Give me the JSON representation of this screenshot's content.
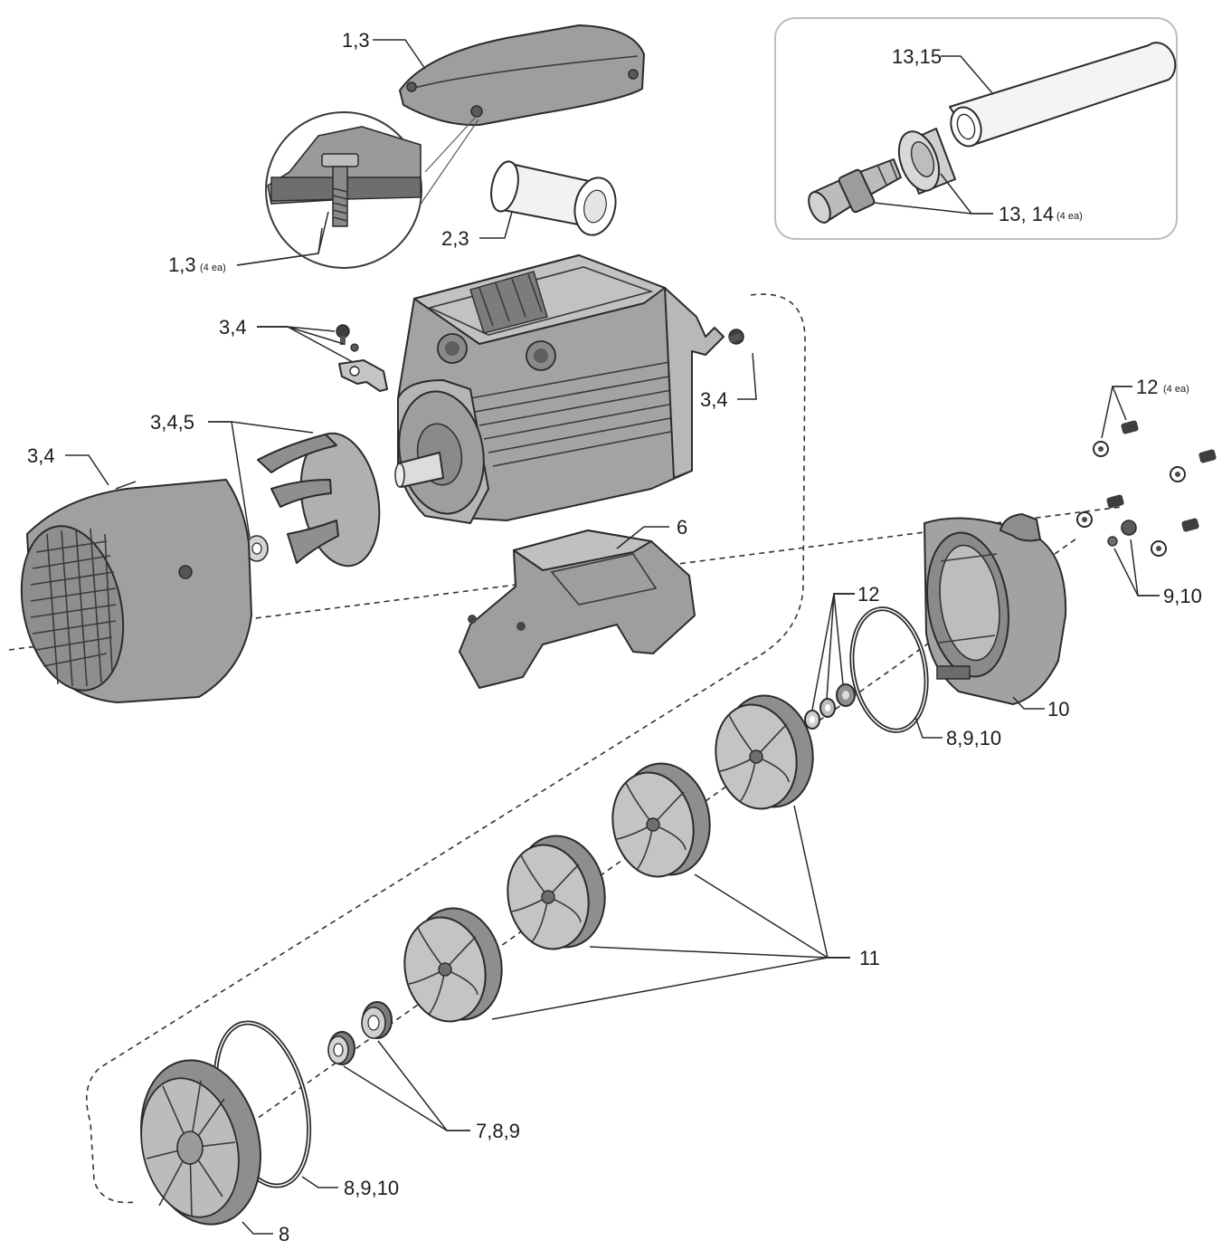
{
  "colors": {
    "part_fill": "#a3a3a3",
    "part_dark": "#6e6e6e",
    "part_light": "#c9c9c9",
    "outline": "#2b2b2b",
    "inset_border": "#bdbdbd",
    "background": "#ffffff"
  },
  "callouts": {
    "c1_3_top": "1,3",
    "c1_3_screws": "1,3",
    "c1_3_screws_qty": "(4 ea)",
    "c2_3": "2,3",
    "c3_4_bolts": "3,4",
    "c3_4_right": "3,4",
    "c3_4_5": "3,4,5",
    "c3_4_cover": "3,4",
    "c6": "6",
    "c12_top": "12",
    "c12_top_qty": "(4 ea)",
    "c12_mid": "12",
    "c9_10": "9,10",
    "c10": "10",
    "c8_9_10_mid": "8,9,10",
    "c11": "11",
    "c7_8_9": "7,8,9",
    "c8_9_10_bottom": "8,9,10",
    "c8": "8",
    "c13_15": "13,15",
    "c13_14": "13, 14",
    "c13_14_qty": "(4 ea)"
  }
}
